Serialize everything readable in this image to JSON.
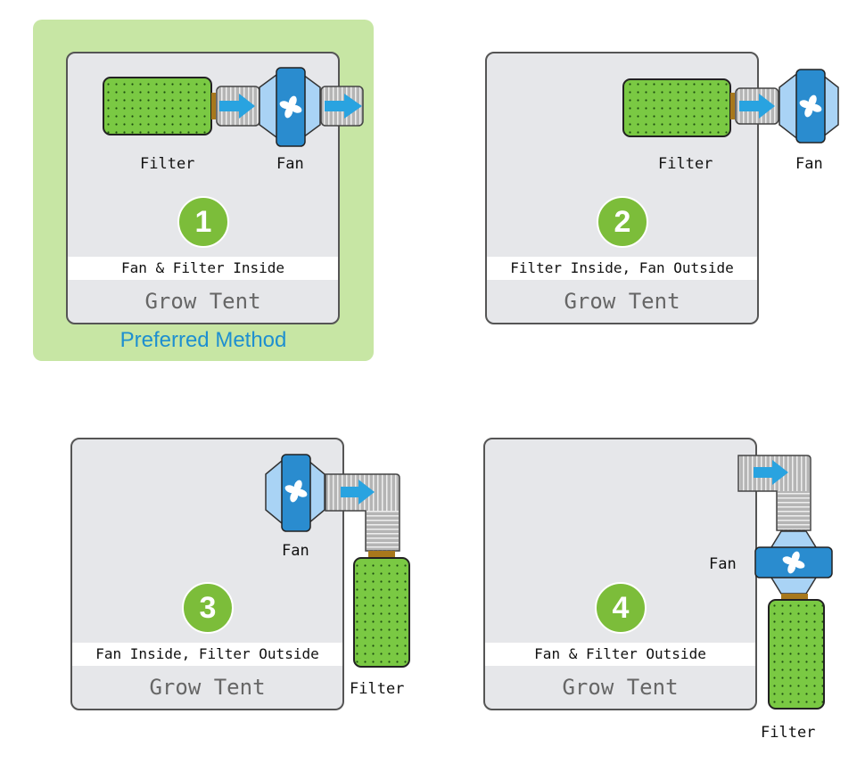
{
  "colors": {
    "preferred_bg": "#c7e6a4",
    "preferred_text": "#1e8fd0",
    "tent_bg": "#e6e7ea",
    "badge": "#7cbd3a",
    "filter_green": "#7ac943",
    "fan_blue": "#2a8ccf",
    "fan_light": "#a9d3f5",
    "arrow_blue": "#29a3e0",
    "duct_gray": "#b5b5b5"
  },
  "preferred_label": "Preferred Method",
  "panels": [
    {
      "number": "1",
      "caption": "Fan & Filter Inside",
      "tent_label": "Grow Tent",
      "filter_label": "Filter",
      "fan_label": "Fan"
    },
    {
      "number": "2",
      "caption": "Filter Inside, Fan Outside",
      "tent_label": "Grow Tent",
      "filter_label": "Filter",
      "fan_label": "Fan"
    },
    {
      "number": "3",
      "caption": "Fan Inside, Filter Outside",
      "tent_label": "Grow Tent",
      "filter_label": "Filter",
      "fan_label": "Fan"
    },
    {
      "number": "4",
      "caption": "Fan & Filter Outside",
      "tent_label": "Grow Tent",
      "filter_label": "Filter",
      "fan_label": "Fan"
    }
  ],
  "icons": [
    "filter-icon",
    "fan-icon",
    "duct-icon",
    "airflow-arrow-icon"
  ]
}
